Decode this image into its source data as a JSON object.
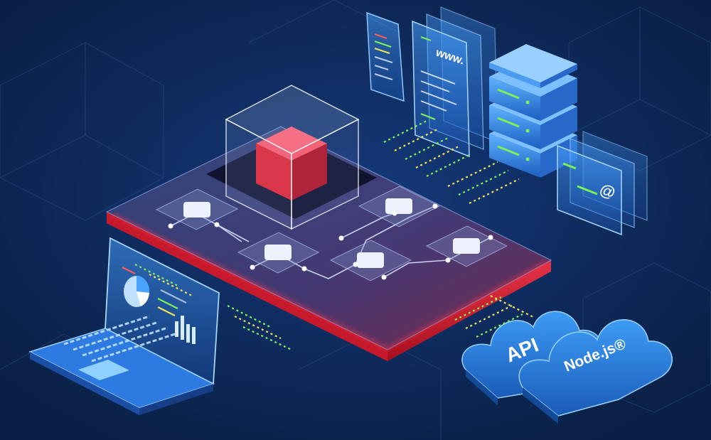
{
  "colors": {
    "background": "#0a1f44",
    "accent_red": "#e8283a",
    "accent_blue": "#2f8ff0",
    "glow_green": "#7cf05a",
    "glow_yellow": "#f0e05a"
  },
  "labels": {
    "www": "www.",
    "api": "API",
    "node": "Node.js®",
    "at": "@"
  },
  "icons": [
    "phone-icon",
    "document-icon",
    "server-stack-icon",
    "email-card-icon",
    "laptop-icon",
    "pie-chart-icon",
    "bar-chart-icon",
    "cloud-icon",
    "cube-icon"
  ]
}
